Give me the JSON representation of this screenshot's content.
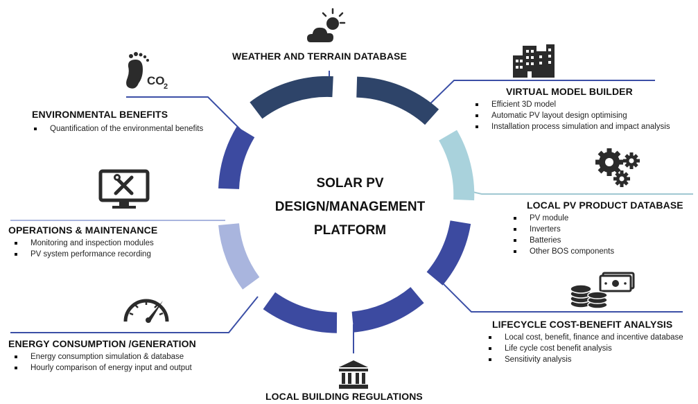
{
  "center": {
    "line1": "SOLAR PV",
    "line2": "DESIGN/MANAGEMENT",
    "line3": "PLATFORM"
  },
  "nodes": {
    "weather": {
      "title": "WEATHER AND TERRAIN DATABASE",
      "icon": "cloud-sun-icon"
    },
    "virtual_model": {
      "title": "VIRTUAL MODEL BUILDER",
      "icon": "buildings-icon",
      "items": [
        "Efficient 3D model",
        "Automatic PV layout design optimising",
        "Installation process simulation and impact analysis"
      ]
    },
    "local_pv": {
      "title": "LOCAL PV PRODUCT DATABASE",
      "icon": "gears-icon",
      "items": [
        "PV module",
        "Inverters",
        "Batteries",
        "Other BOS components"
      ]
    },
    "lifecycle": {
      "title": "LIFECYCLE COST-BENEFIT ANALYSIS",
      "icon": "coins-cash-icon",
      "items": [
        "Local cost, benefit, finance and incentive database",
        "Life cycle cost benefit analysis",
        "Sensitivity analysis"
      ]
    },
    "building": {
      "title": "LOCAL BUILDING REGULATIONS",
      "icon": "government-building-icon"
    },
    "energy": {
      "title": "ENERGY CONSUMPTION /GENERATION",
      "icon": "gauge-icon",
      "items": [
        "Energy consumption simulation & database",
        "Hourly comparison of energy input and output"
      ]
    },
    "operations": {
      "title": "OPERATIONS & MAINTENANCE",
      "icon": "monitor-tools-icon",
      "items": [
        "Monitoring and inspection modules",
        "PV system performance recording"
      ]
    },
    "environmental": {
      "title": "ENVIRONMENTAL BENEFITS",
      "icon": "co2-footprint-icon",
      "items": [
        "Quantification of the environmental benefits"
      ],
      "co2_label": "CO",
      "co2_sub": "2"
    }
  },
  "colors": {
    "navy": "#2e4469",
    "royal": "#3c4aa0",
    "lightblue": "#a9d2dc",
    "periwinkle": "#a9b5de",
    "connector": "#3b4fa6",
    "connector_light": "#9fc7d1"
  }
}
